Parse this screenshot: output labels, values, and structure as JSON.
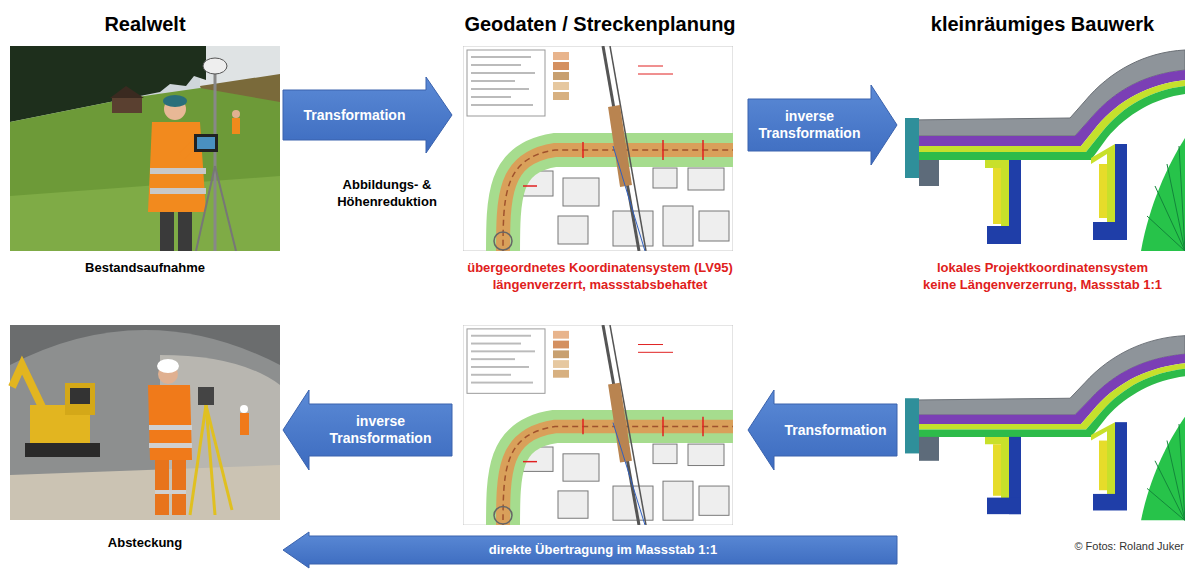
{
  "diagram": {
    "nodes": [
      {
        "text": [
          "Realwelt",
          "Bestandsaufnahme"
        ]
      },
      {
        "text": [
          "Geodaten / Streckenplanung",
          "übergeordnetes Koordinatensystem (LV95) längenverzerrt, massstabsbehaftet"
        ]
      },
      {
        "text": [
          "kleinräumiges Bauwerk",
          "lokales Projektkoordinatensystem keine Längenverzerrung, Massstab 1:1"
        ]
      },
      {
        "text": [
          "Absteckung"
        ]
      },
      {
        "text": []
      },
      {
        "text": []
      }
    ],
    "edges": [
      {
        "from": 0,
        "to": 1,
        "arrow": "to",
        "label": "Transformation"
      },
      {
        "from": 1,
        "to": 2,
        "arrow": "to",
        "label": "inverse Transformation"
      },
      {
        "from": 5,
        "to": 4,
        "arrow": "to",
        "label": "Transformation"
      },
      {
        "from": 4,
        "to": 3,
        "arrow": "to",
        "label": "inverse Transformation"
      },
      {
        "from": 5,
        "to": 3,
        "arrow": "to",
        "label": "direkte Übertragung im Massstab 1:1"
      }
    ],
    "labels": [
      "Abbildungs- & Höhenreduktion",
      "© Fotos: Roland Juker"
    ]
  }
}
